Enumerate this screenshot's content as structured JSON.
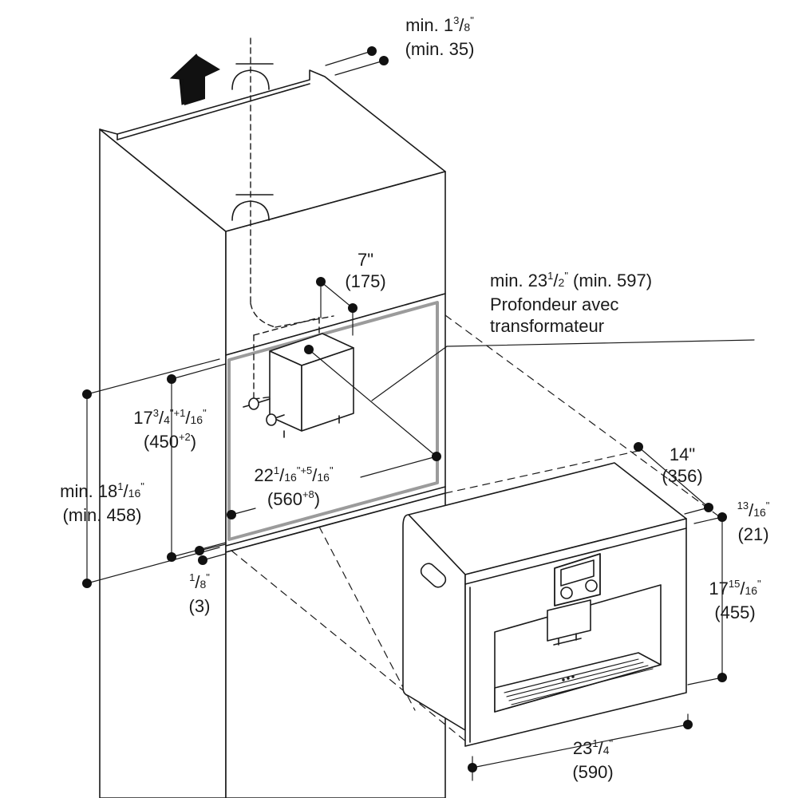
{
  "dimensions": {
    "top_clearance": {
      "line1_prefix": "min. 1",
      "num": "3",
      "den": "8",
      "inch": "\"",
      "line2": "(min. 35)"
    },
    "transformer_offset": {
      "line1": "7\"",
      "line2": "(175)"
    },
    "depth_with_transformer": {
      "line1_prefix": "min. 23",
      "num": "1",
      "den": "2",
      "inch": "\"",
      "line1_suffix": " (min. 597)",
      "line2": "Profondeur avec",
      "line3": "transformateur"
    },
    "niche_height": {
      "whole": "17",
      "num": "3",
      "den": "4",
      "inch": "\"",
      "tol_prefix": "+1",
      "tol_den": "16",
      "tol_inch": "\"",
      "line2_value": "(450",
      "line2_tol": "+2",
      "line2_close": ")"
    },
    "niche_width": {
      "whole": "22",
      "num": "1",
      "den": "16",
      "inch": "\"",
      "tol_prefix": "+5",
      "tol_den": "16",
      "tol_inch": "\"",
      "line2_value": "(560",
      "line2_tol": "+8",
      "line2_close": ")"
    },
    "min_cabinet_height": {
      "line1_prefix": "min. 18",
      "num": "1",
      "den": "16",
      "inch": "\"",
      "line2": "(min. 458)"
    },
    "bottom_gap": {
      "num": "1",
      "den": "8",
      "inch": "\"",
      "line2": "(3)"
    },
    "appliance_depth": {
      "line1": "14\"",
      "line2": "(356)"
    },
    "front_panel_depth": {
      "num": "13",
      "den": "16",
      "inch": "\"",
      "line2": "(21)"
    },
    "appliance_height": {
      "whole": "17",
      "num": "15",
      "den": "16",
      "inch": "\"",
      "line2": "(455)"
    },
    "appliance_width": {
      "whole": "23",
      "num": "1",
      "den": "4",
      "inch": "\"",
      "line2": "(590)"
    }
  },
  "icons": [
    "ventilation-arrow-icon",
    "ventilation-symbol-icon",
    "appliance-handle-icon",
    "control-knob-icon",
    "display-screen-icon",
    "drip-tray-icon"
  ],
  "colors": {
    "line": "#1a1a1a",
    "niche_frame": "#9b9b9b",
    "panel": "#ffffff",
    "text": "#1a1a1a"
  }
}
